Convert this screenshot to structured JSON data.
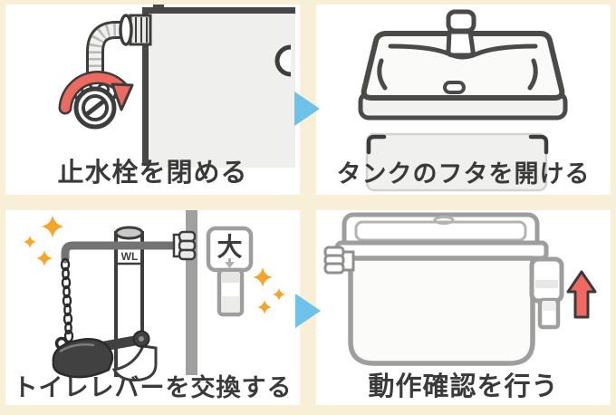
{
  "figure": {
    "type": "step-by-step-guide",
    "language": "ja",
    "grid": "2x2"
  },
  "colors": {
    "background": "#f7f0d6",
    "panel_background": "#ffffff",
    "caption_text": "#3a3a3a",
    "dark_outline": "#3d3d3d",
    "light_gray_fill": "#f0f0ee",
    "medium_gray": "#9e9e9e",
    "blue_step_arrow": "#6cc2e9",
    "red_arrow": "#ef6a60",
    "orange_sparkle": "#f5a42c"
  },
  "steps": [
    {
      "index": 1,
      "caption": "止水栓を閉める",
      "illustration": "shutoff-valve-with-rotation-arrow"
    },
    {
      "index": 2,
      "caption": "タンクのフタを開ける",
      "illustration": "tank-lid-lifted-off-tank"
    },
    {
      "index": 3,
      "caption": "トイレレバーを交換する",
      "illustration": "new-lever-chain-and-flapper",
      "labels": {
        "water_line": "WL",
        "flush_button": "大"
      }
    },
    {
      "index": 4,
      "caption": "動作確認を行う",
      "illustration": "tank-lever-lift-check"
    }
  ]
}
